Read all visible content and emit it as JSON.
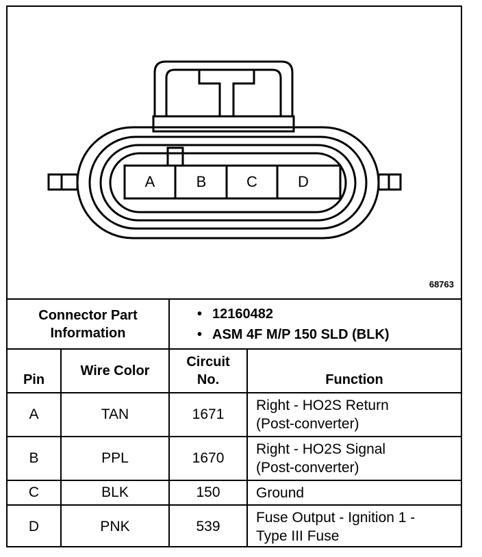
{
  "figure_number": "68763",
  "connector": {
    "cavity_labels": [
      "A",
      "B",
      "C",
      "D"
    ]
  },
  "connector_info": {
    "label": "Connector Part Information",
    "items": [
      "12160482",
      "ASM 4F M/P 150 SLD (BLK)"
    ]
  },
  "table": {
    "headers": {
      "pin": "Pin",
      "wire_color": "Wire Color",
      "circuit": "Circuit No.",
      "function": "Function"
    },
    "rows": [
      {
        "pin": "A",
        "wire_color": "TAN",
        "circuit": "1671",
        "function_line1": "Right - HO2S Return",
        "function_line2": "(Post-converter)"
      },
      {
        "pin": "B",
        "wire_color": "PPL",
        "circuit": "1670",
        "function_line1": "Right - HO2S Signal",
        "function_line2": "(Post-converter)"
      },
      {
        "pin": "C",
        "wire_color": "BLK",
        "circuit": "150",
        "function_line1": "Ground",
        "function_line2": ""
      },
      {
        "pin": "D",
        "wire_color": "PNK",
        "circuit": "539",
        "function_line1": "Fuse Output - Ignition 1 -",
        "function_line2": "Type III Fuse"
      }
    ]
  }
}
